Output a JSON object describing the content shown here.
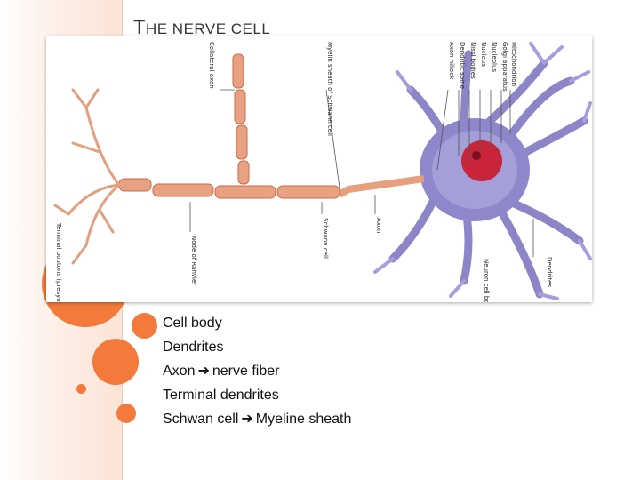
{
  "slide": {
    "title_first": "T",
    "title_rest": "HE NERVE CELL",
    "accent_color": "#f47a3c"
  },
  "figure": {
    "labels": {
      "mitochondrion": "Mitochondrion",
      "golgi": "Golgi apparatus",
      "nucleolus": "Nucleolus",
      "nucleus": "Nucleus",
      "nissl": "Nissl bodies",
      "dendritic_spine": "Dendritic spine",
      "axon_hillock": "Axon hillock",
      "myelin": "Myelin sheath of Schwann cell",
      "collateral": "Collateral axon",
      "terminal": "Terminal boutons (presynaptic terminals)",
      "ranvier": "Node of Ranvier",
      "schwann": "Schwann cell",
      "axon": "Axon",
      "neuron_body": "Neuron cell body",
      "dendrites": "Dendrites"
    }
  },
  "bullets": {
    "items": [
      {
        "text": "Cell body",
        "arrow": "",
        "after": ""
      },
      {
        "text": "Dendrites",
        "arrow": "",
        "after": ""
      },
      {
        "text": "Axon",
        "arrow": "➔",
        "after": "nerve fiber"
      },
      {
        "text": "Terminal dendrites",
        "arrow": "",
        "after": ""
      },
      {
        "text": "Schwan cell",
        "arrow": "➔",
        "after": "Myeline sheath"
      }
    ]
  }
}
